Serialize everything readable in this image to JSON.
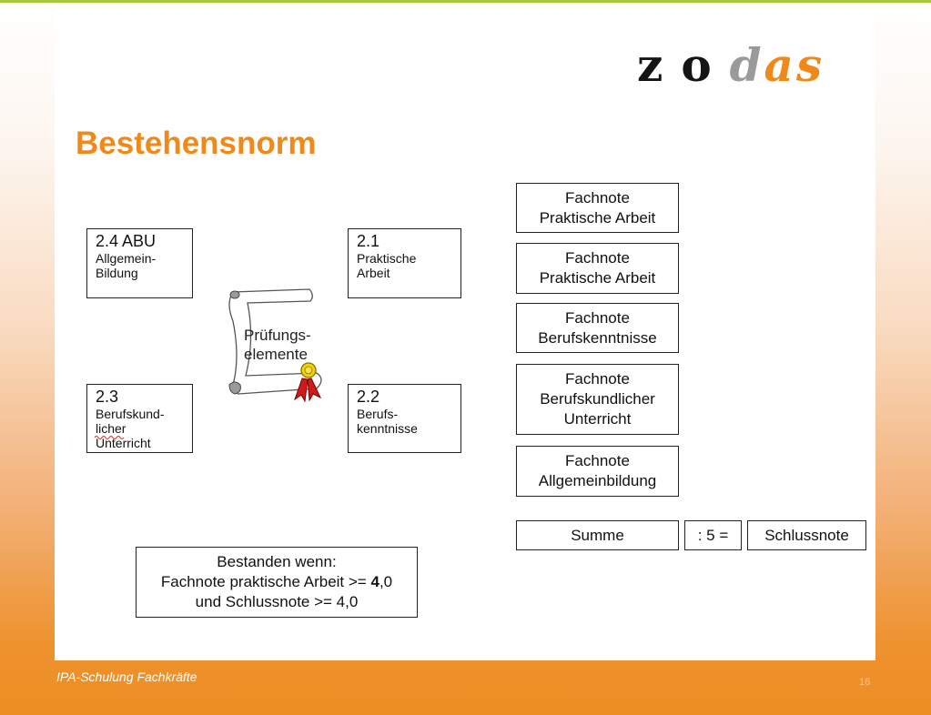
{
  "logo": {
    "z": "z",
    "o": "o",
    "d": "d",
    "as": "as"
  },
  "title": "Bestehensnorm",
  "elements": [
    {
      "num": "2.4 ABU",
      "desc": "Allgemein-\nBildung"
    },
    {
      "num": "2.1",
      "desc": "Praktische\nArbeit"
    },
    {
      "num": "2.3",
      "desc": "Berufskund-\nlicher\nUnterricht"
    },
    {
      "num": "2.2",
      "desc": "Berufs-\nkenntnisse"
    }
  ],
  "scroll_label": "Prüfungs-\nelemente",
  "fachnoten": [
    "Fachnote\nPraktische Arbeit",
    "Fachnote\nPraktische Arbeit",
    "Fachnote\nBerufskenntnisse",
    "Fachnote\nBerufskundlicher\nUnterricht",
    "Fachnote\nAllgemeinbildung"
  ],
  "formula": {
    "summe": "Summe",
    "divide": ": 5 =",
    "result": "Schlussnote"
  },
  "passed": {
    "line1": "Bestanden wenn:",
    "line2_prefix": "Fachnote praktische Arbeit >= ",
    "line2_bold": "4",
    "line2_suffix": ",0",
    "line3": "und Schlussnote >= 4,0"
  },
  "footer": "IPA-Schulung Fachkräfte",
  "page_number": "16",
  "colors": {
    "accent": "#ef8a1a",
    "logo_gray": "#9a9a9a",
    "top_line": "#a6c83c"
  }
}
